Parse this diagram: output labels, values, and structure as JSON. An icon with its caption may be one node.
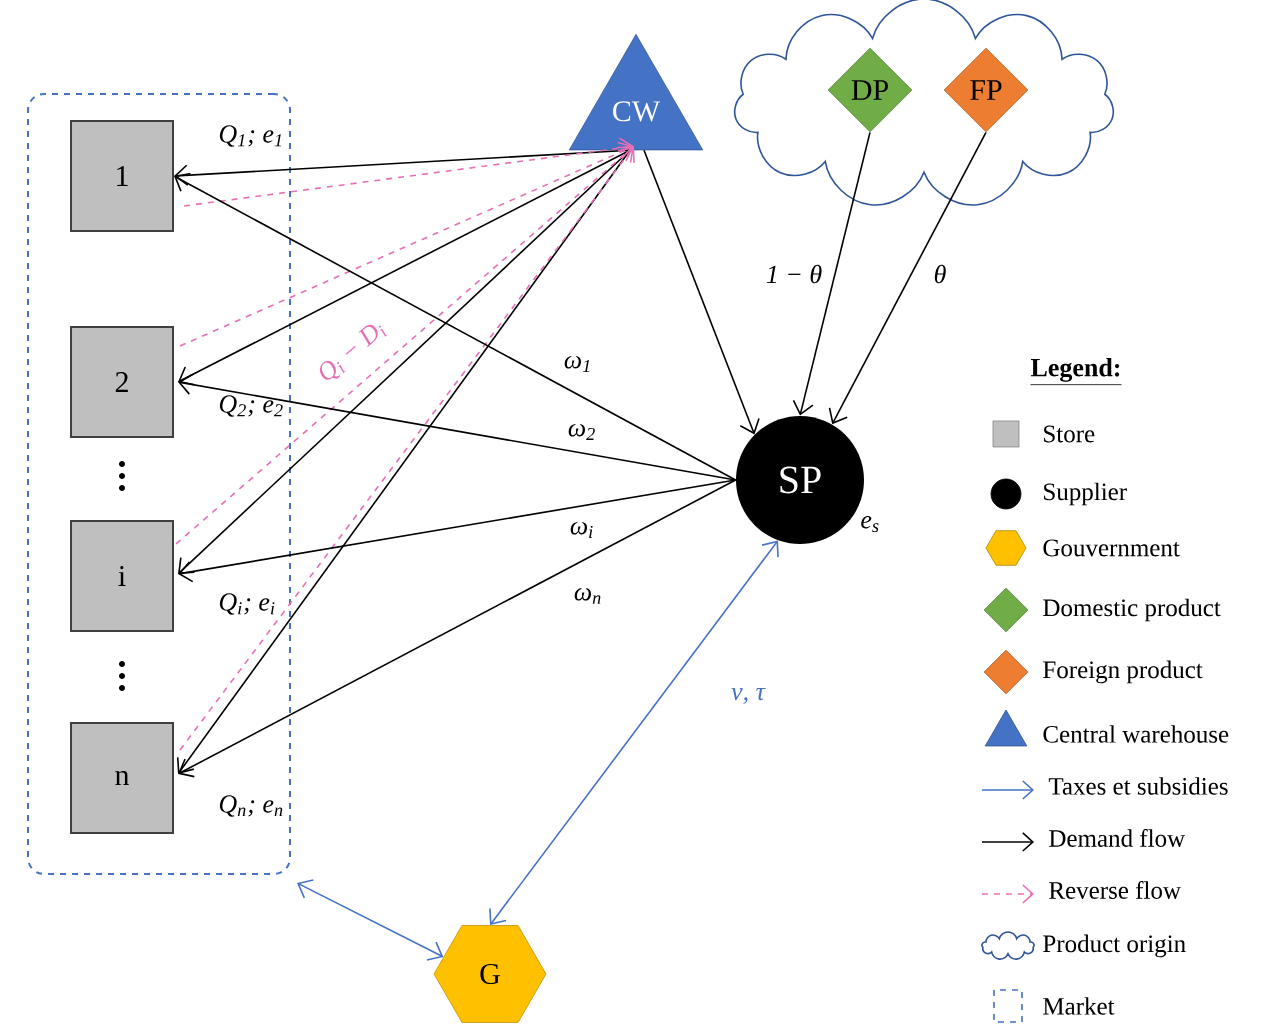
{
  "diagram": {
    "nodes": [
      {
        "text": [],
        "shape": "box"
      },
      {
        "text": [
          "1"
        ],
        "beside": [
          "Q$_{1}$; e$_{1}$"
        ],
        "in": 0
      },
      {
        "text": [
          "2"
        ],
        "beside": [
          "Q$_{2}$; e$_{2}$"
        ],
        "in": 0
      },
      {
        "text": [
          "i"
        ],
        "beside": [
          "Q$_{i}$; e$_{i}$"
        ],
        "in": 0
      },
      {
        "text": [
          "n"
        ],
        "beside": [
          "Q$_{n}$; e$_{n}$"
        ],
        "in": 0
      },
      {
        "text": [
          "CW"
        ]
      },
      {
        "text": [],
        "shape": "cloud"
      },
      {
        "text": [
          "DP"
        ],
        "in": 6
      },
      {
        "text": [
          "FP"
        ],
        "in": 6
      },
      {
        "text": [
          "SP"
        ],
        "beside": [
          "e$_{s}$"
        ]
      },
      {
        "text": [
          "G"
        ]
      }
    ],
    "edges": [
      {
        "from": 5,
        "to": 1,
        "arrow": "to"
      },
      {
        "from": 5,
        "to": 2,
        "arrow": "to"
      },
      {
        "from": 5,
        "to": 3,
        "arrow": "to"
      },
      {
        "from": 5,
        "to": 4,
        "arrow": "to"
      },
      {
        "from": 1,
        "to": 5,
        "arrow": "to",
        "style": "dashed",
        "color": "#e76fb5"
      },
      {
        "from": 2,
        "to": 5,
        "arrow": "to",
        "style": "dashed",
        "color": "#e76fb5"
      },
      {
        "from": 3,
        "to": 5,
        "arrow": "to",
        "style": "dashed",
        "color": "#e76fb5",
        "label": "Q$_{i}$ − D$_{i}$"
      },
      {
        "from": 4,
        "to": 5,
        "arrow": "to",
        "style": "dashed",
        "color": "#e76fb5"
      },
      {
        "from": 9,
        "to": 1,
        "arrow": "to",
        "label": "ω$_{1}$"
      },
      {
        "from": 9,
        "to": 2,
        "arrow": "to",
        "label": "ω$_{2}$"
      },
      {
        "from": 9,
        "to": 3,
        "arrow": "to",
        "label": "ω$_{i}$"
      },
      {
        "from": 9,
        "to": 4,
        "arrow": "to",
        "label": "ω$_{n}$"
      },
      {
        "from": 5,
        "to": 9,
        "arrow": "to"
      },
      {
        "from": 7,
        "to": 9,
        "arrow": "to",
        "label": "1 − θ"
      },
      {
        "from": 8,
        "to": 9,
        "arrow": "to",
        "label": "θ"
      },
      {
        "from": 9,
        "to": 10,
        "arrow": "both",
        "color": "#4472c4",
        "label": "ν, τ"
      },
      {
        "from": 0,
        "to": 10,
        "arrow": "both",
        "color": "#4472c4"
      }
    ],
    "labels": [
      "Legend:"
    ],
    "legend": [
      {
        "text": "Store",
        "color": "#bfbfbf"
      },
      {
        "text": "Supplier",
        "color": "#000000"
      },
      {
        "text": "Gouvernment",
        "color": "#ffc000"
      },
      {
        "text": "Domestic product",
        "color": "#70ad47"
      },
      {
        "text": "Foreign product",
        "color": "#ed7d31"
      },
      {
        "text": "Central warehouse",
        "color": "#4472c4"
      },
      {
        "text": "Taxes et subsidies"
      },
      {
        "text": "Demand flow"
      },
      {
        "text": "Reverse flow"
      },
      {
        "text": "Product origin"
      },
      {
        "text": "Market"
      }
    ]
  }
}
